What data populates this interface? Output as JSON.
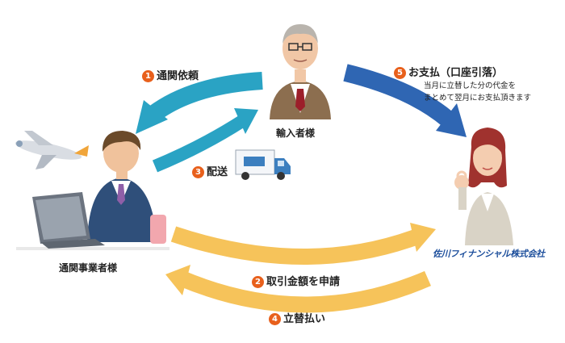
{
  "colors": {
    "blue_arrow_light": "#2aa3c4",
    "blue_arrow_dark": "#2f66b3",
    "yellow_arrow": "#f6c35a",
    "step_badge": "#e8601c",
    "company_text": "#1d4f9c"
  },
  "actors": {
    "importer": "輸入者様",
    "customs_broker": "通関事業者様",
    "finance_company": "佐川フィナンシャル株式会社"
  },
  "steps": [
    {
      "num": "1",
      "label": "通関依頼"
    },
    {
      "num": "2",
      "label": "取引金額を申請"
    },
    {
      "num": "3",
      "label": "配送"
    },
    {
      "num": "4",
      "label": "立替払い"
    },
    {
      "num": "5",
      "label": "お支払（口座引落）"
    }
  ],
  "step5_note_line1": "当月に立替した分の代金を",
  "step5_note_line2": "まとめて翌月にお支払頂きます",
  "icons": [
    "airplane-icon",
    "delivery-truck-icon",
    "importer-person",
    "broker-person",
    "finance-woman"
  ]
}
